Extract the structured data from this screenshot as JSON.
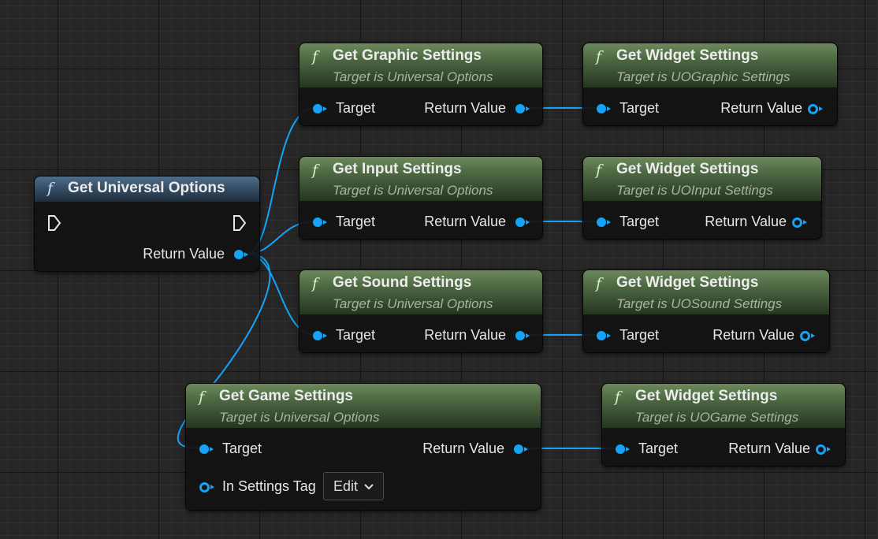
{
  "colors": {
    "pin": "#14a3f5",
    "header_green": "#4b6540",
    "header_blue": "#344c63",
    "wire": "#14a3f5"
  },
  "icons": {
    "function": "f",
    "exec": "exec-triangle-icon"
  },
  "universal_node": {
    "title": "Get Universal Options",
    "return_label": "Return Value"
  },
  "graphic_node": {
    "title": "Get Graphic Settings",
    "subtitle": "Target is Universal Options",
    "target_label": "Target",
    "return_label": "Return Value"
  },
  "graphic_widget": {
    "title": "Get Widget Settings",
    "subtitle": "Target is UOGraphic Settings",
    "target_label": "Target",
    "return_label": "Return Value"
  },
  "input_node": {
    "title": "Get Input Settings",
    "subtitle": "Target is Universal Options",
    "target_label": "Target",
    "return_label": "Return Value"
  },
  "input_widget": {
    "title": "Get Widget Settings",
    "subtitle": "Target is UOInput Settings",
    "target_label": "Target",
    "return_label": "Return Value"
  },
  "sound_node": {
    "title": "Get Sound Settings",
    "subtitle": "Target is Universal Options",
    "target_label": "Target",
    "return_label": "Return Value"
  },
  "sound_widget": {
    "title": "Get Widget Settings",
    "subtitle": "Target is UOSound Settings",
    "target_label": "Target",
    "return_label": "Return Value"
  },
  "game_node": {
    "title": "Get Game Settings",
    "subtitle": "Target is Universal Options",
    "target_label": "Target",
    "return_label": "Return Value",
    "tag_label": "In Settings Tag",
    "edit_label": "Edit"
  },
  "game_widget": {
    "title": "Get Widget Settings",
    "subtitle": "Target is UOGame Settings",
    "target_label": "Target",
    "return_label": "Return Value"
  }
}
